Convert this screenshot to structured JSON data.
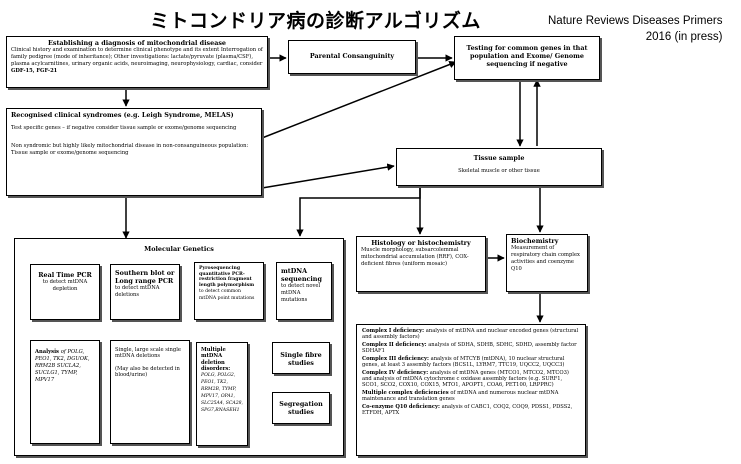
{
  "title": "ミトコンドリア病の診断アルゴリズム",
  "source": {
    "line1": "Nature Reviews Diseases Primers",
    "line2": "2016 (in press)"
  },
  "establish": {
    "title": "Establishing a diagnosis of mitochondrial disease",
    "text": "Clinical history and examination to determine clinical phenotype and its extent Interrogation of family pedigree (mode of inheritance); Other investigations: lactate/pyruvate (plasma/CSF), plasma acylcarnitines, urinary organic acids, neuroimaging, neurophysiology, cardiac, consider",
    "bold": "GDF-15, FGF-21"
  },
  "consanguinity": {
    "title": "Parental Consanguinity"
  },
  "testing": {
    "title": "Testing for common genes in that population and Exome/ Genome sequencing if negative"
  },
  "syndromes": {
    "title": "Recognised clinical syndromes (e.g. Leigh Syndrome, MELAS)",
    "text1": "Test specific genes – if negative consider tissue sample or exome/genome sequencing",
    "text2": "Non syndromic but highly likely mitochondrial disease in non-consanguineous population: Tissue sample or exome/genome sequencing"
  },
  "tissue": {
    "title": "Tissue sample",
    "text": "Skeletal muscle or other tissue"
  },
  "molecular": {
    "title": "Molecular Genetics"
  },
  "rtpcr": {
    "title": "Real Time  PCR",
    "text": "to detect mtDNA depletion"
  },
  "southern": {
    "title": "Southern blot or Long range PCR",
    "text": "to detect mtDNA deletions"
  },
  "pyro": {
    "title": "Pyrosequencing quantitative PCR- restriction fragment length polymorphism",
    "text": "to detect common mtDNA point mutations"
  },
  "mtseq": {
    "title": "mtDNA sequencing",
    "text": "to detect novel mtDNA mutations"
  },
  "analysis": {
    "lead": "Analysis",
    "text": "of POLG, PEO1, TK2, DGUOK, RRM2B SUCLA2, SUCLG1, TYMP, MPV17"
  },
  "single": {
    "text1": "Single, large scale single mtDNA deletions",
    "text2": "(May also be detected in blood/urine)"
  },
  "multiple": {
    "title": "Multiple mtDNA deletion disorders:",
    "text": "POLG, POLG2, PEO1, TK2, RRM2B, TYMP, MPV17, OPA1, SLC25A4, SCA28, SPG7,RNASEH1"
  },
  "singlefibre": {
    "title": "Single fibre studies"
  },
  "segregation": {
    "title": "Segregation studies"
  },
  "histology": {
    "title": "Histology or histochemistry",
    "text": "Muscle morphology, subsarcolemmal mitochondrial accumulation (RRF), COX-deficient fibres (uniform mosaic)"
  },
  "biochem": {
    "title": "Biochemistry",
    "text": "Measurement of respiratory chain complex activities and coenzyme Q10"
  },
  "deficiency": [
    {
      "label": "Complex I deficiency:",
      "text": "analysis of mtDNA and nuclear encoded genes (structural and assembly factors)"
    },
    {
      "label": "Complex II deficiency:",
      "text": "analysis of SDHA, SDHB, SDHC, SDHD, assembly factor SDHAF1"
    },
    {
      "label": "Complex III deficiency:",
      "text": "analysis of MTCYB (mtDNA), 10 nuclear structural genes, at least 3 assembly factors (BCS1L, LYRM7, TTC19, UQCC2, UQCC3)"
    },
    {
      "label": "Complex IV deficiency:",
      "text": "analysis of mtDNA genes (MTCO1, MTCO2, MTCO3) and analysis of mtDNA cytochrome c oxidase assembly factors (e.g. SURF1, SCO1, SCO2, COX10, COX15, MTO1, APOPT1, COA6, PET100, LRPPRC)"
    },
    {
      "label": "Multiple complex deficiencies",
      "text": "of mtDNA and numerous nuclear mtDNA maintenance and translation genes"
    },
    {
      "label": "Co-enzyme Q10 deficiency:",
      "text": "analysis of CABC1, COQ2, COQ9, PDSS1, PDSS2, ETFDH, APTX"
    }
  ]
}
